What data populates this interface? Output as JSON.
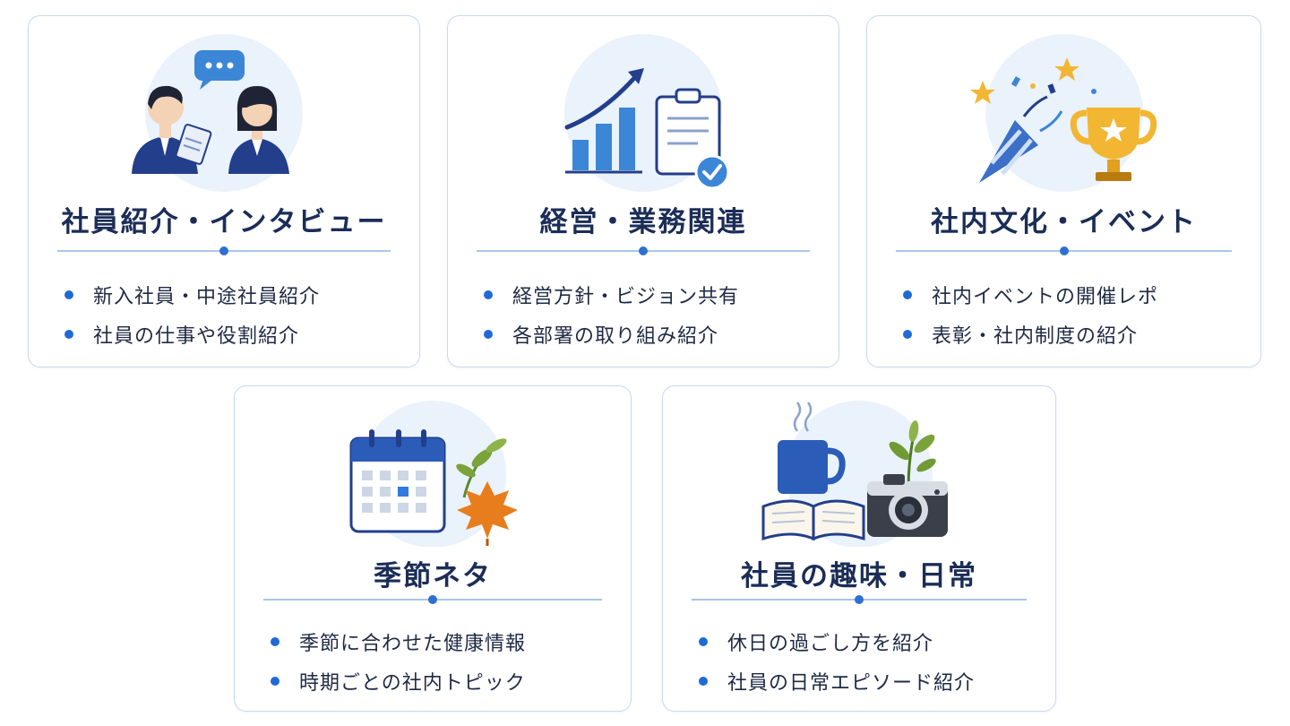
{
  "cards": [
    {
      "title": "社員紹介・インタビュー",
      "items": [
        "新入社員・中途社員紹介",
        "社員の仕事や役割紹介"
      ],
      "icon": "people-interview-icon"
    },
    {
      "title": "経営・業務関連",
      "items": [
        "経営方針・ビジョン共有",
        "各部署の取り組み紹介"
      ],
      "icon": "growth-chart-clipboard-icon"
    },
    {
      "title": "社内文化・イベント",
      "items": [
        "社内イベントの開催レポ",
        "表彰・社内制度の紹介"
      ],
      "icon": "party-trophy-icon"
    },
    {
      "title": "季節ネタ",
      "items": [
        "季節に合わせた健康情報",
        "時期ごとの社内トピック"
      ],
      "icon": "calendar-leaves-icon"
    },
    {
      "title": "社員の趣味・日常",
      "items": [
        "休日の過ごし方を紹介",
        "社員の日常エピソード紹介"
      ],
      "icon": "mug-book-camera-icon"
    }
  ],
  "colors": {
    "title": "#1b2d57",
    "accent": "#1f6ad6",
    "border": "#c9d9ef",
    "divider": "#a9c6ea"
  }
}
